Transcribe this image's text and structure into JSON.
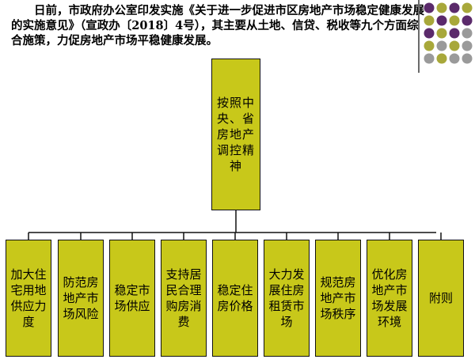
{
  "intro": "日前，市政府办公室印发实施《关于进一步促进市区房地产市场稳定健康发展的实施意见》（宣政办〔2018〕4号），其主要从土地、信贷、税收等九个方面综合施策，力促房地产市场平稳健康发展。",
  "root": "按照中央、省房地产调控精神",
  "children": [
    "加大住宅用地供应力度",
    "防范房地产市场风险",
    "稳定市场供应",
    "支持居民合理购房消费",
    "稳定住房价格",
    "大力发展住房租赁市场",
    "规范房地产市场秩序",
    "优化房地产市场发展环境",
    "附则"
  ],
  "colors": {
    "box_fill": "#c8c81a",
    "dot_purple": "#5b2a6b",
    "dot_olive": "#a8a83a",
    "dot_gray": "#9a9a9a"
  }
}
